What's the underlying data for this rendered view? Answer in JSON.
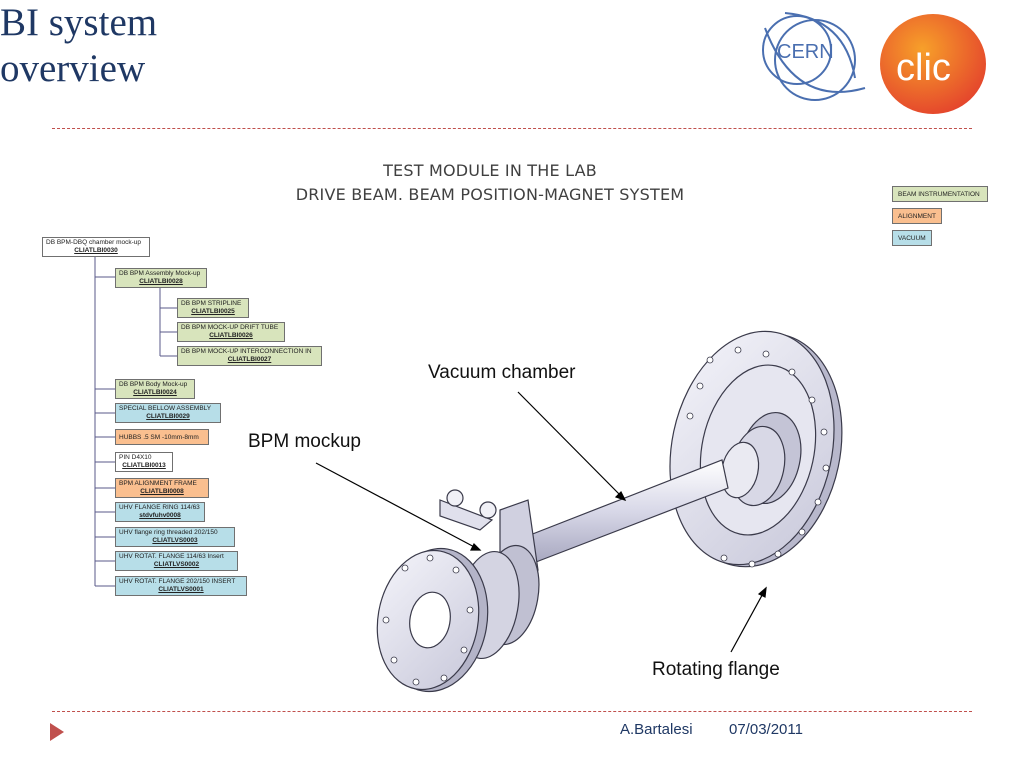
{
  "title": "BI system\noverview",
  "subtitle_line1": "TEST MODULE IN THE LAB",
  "subtitle_line2": "DRIVE BEAM. BEAM POSITION-MAGNET SYSTEM",
  "logos": {
    "cern": "CERN",
    "clic": "clic"
  },
  "legend": [
    {
      "label": "BEAM INSTRUMENTATION",
      "color": "#d8e4bc"
    },
    {
      "label": "ALIGNMENT",
      "color": "#fabf8f"
    },
    {
      "label": "VACUUM",
      "color": "#b7dee8"
    }
  ],
  "tree": {
    "root": {
      "name": "DB BPM-DBQ chamber mock-up",
      "code": "CLIATLBI0030"
    },
    "assembly": {
      "name": "DB BPM Assembly Mock-up",
      "code": "CLIATLBI0028"
    },
    "sub": [
      {
        "name": "DB BPM STRIPLINE",
        "code": "CLIATLBI0025"
      },
      {
        "name": "DB BPM MOCK-UP DRIFT TUBE",
        "code": "CLIATLBI0026"
      },
      {
        "name": "DB BPM MOCK-UP INTERCONNECTION IN",
        "code": "CLIATLBI0027"
      }
    ],
    "items": [
      {
        "name": "DB BPM Body Mock-up",
        "code": "CLIATLBI0024",
        "color": "green"
      },
      {
        "name": "SPECIAL BELLOW ASSEMBLY",
        "code": "CLIATLBI0029",
        "color": "blue"
      },
      {
        "name": "HUBBS .5 SM -10mm-8mm",
        "code": "",
        "color": "orange"
      },
      {
        "name": "PIN D4X10",
        "code": "CLIATLBI0013",
        "color": "white"
      },
      {
        "name": "BPM ALIGNMENT FRAME",
        "code": "CLIATLBI0008",
        "color": "orange"
      },
      {
        "name": "UHV FLANGE RING 114/63",
        "code": "stdvfuhv0008",
        "color": "blue"
      },
      {
        "name": "UHV flange ring threaded 202/150",
        "code": "CLIATLVS0003",
        "color": "blue"
      },
      {
        "name": "UHV ROTAT. FLANGE 114/63 Insert",
        "code": "CLIATLVS0002",
        "color": "blue"
      },
      {
        "name": "UHV ROTAT. FLANGE 202/150 INSERT",
        "code": "CLIATLVS0001",
        "color": "blue"
      }
    ]
  },
  "callouts": {
    "vacuum": "Vacuum chamber",
    "bpm": "BPM mockup",
    "rotating": "Rotating flange"
  },
  "footer": {
    "author": "A.Bartalesi",
    "date": "07/03/2011"
  }
}
